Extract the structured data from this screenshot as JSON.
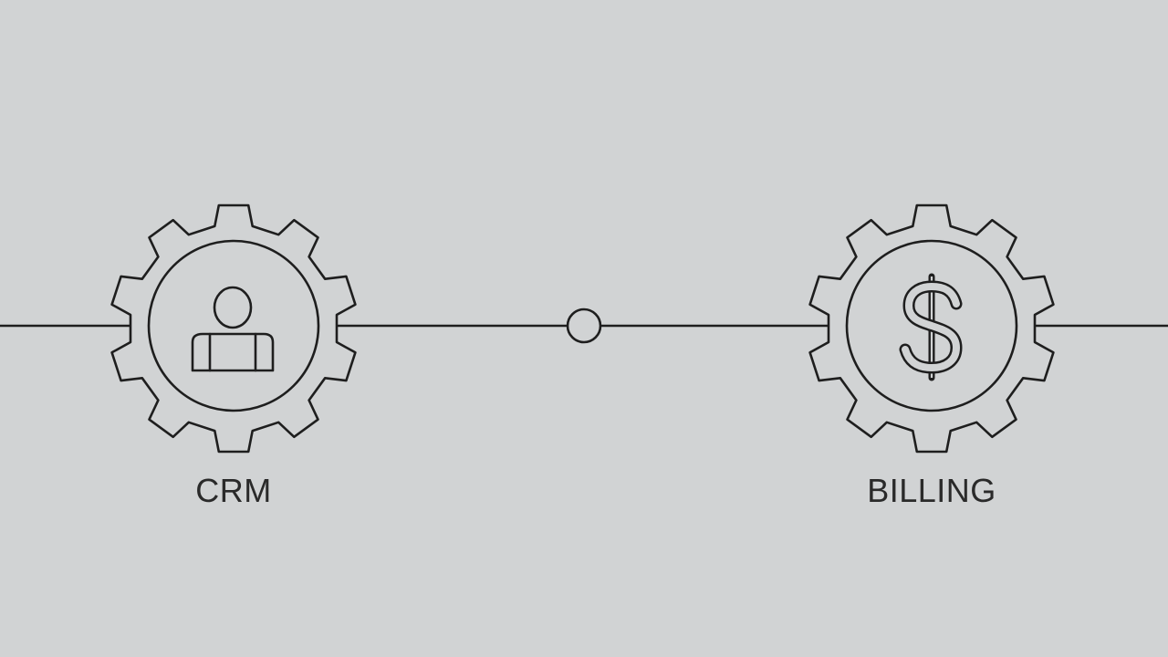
{
  "diagram": {
    "nodes": [
      {
        "id": "crm",
        "label": "CRM",
        "icon": "person-icon"
      },
      {
        "id": "billing",
        "label": "BILLING",
        "icon": "dollar-sign-icon"
      }
    ],
    "connector": {
      "icon": "junction-circle-icon"
    }
  },
  "colors": {
    "background": "#d1d3d4",
    "line": "#1e1e1e",
    "text": "#2a2a2a"
  }
}
